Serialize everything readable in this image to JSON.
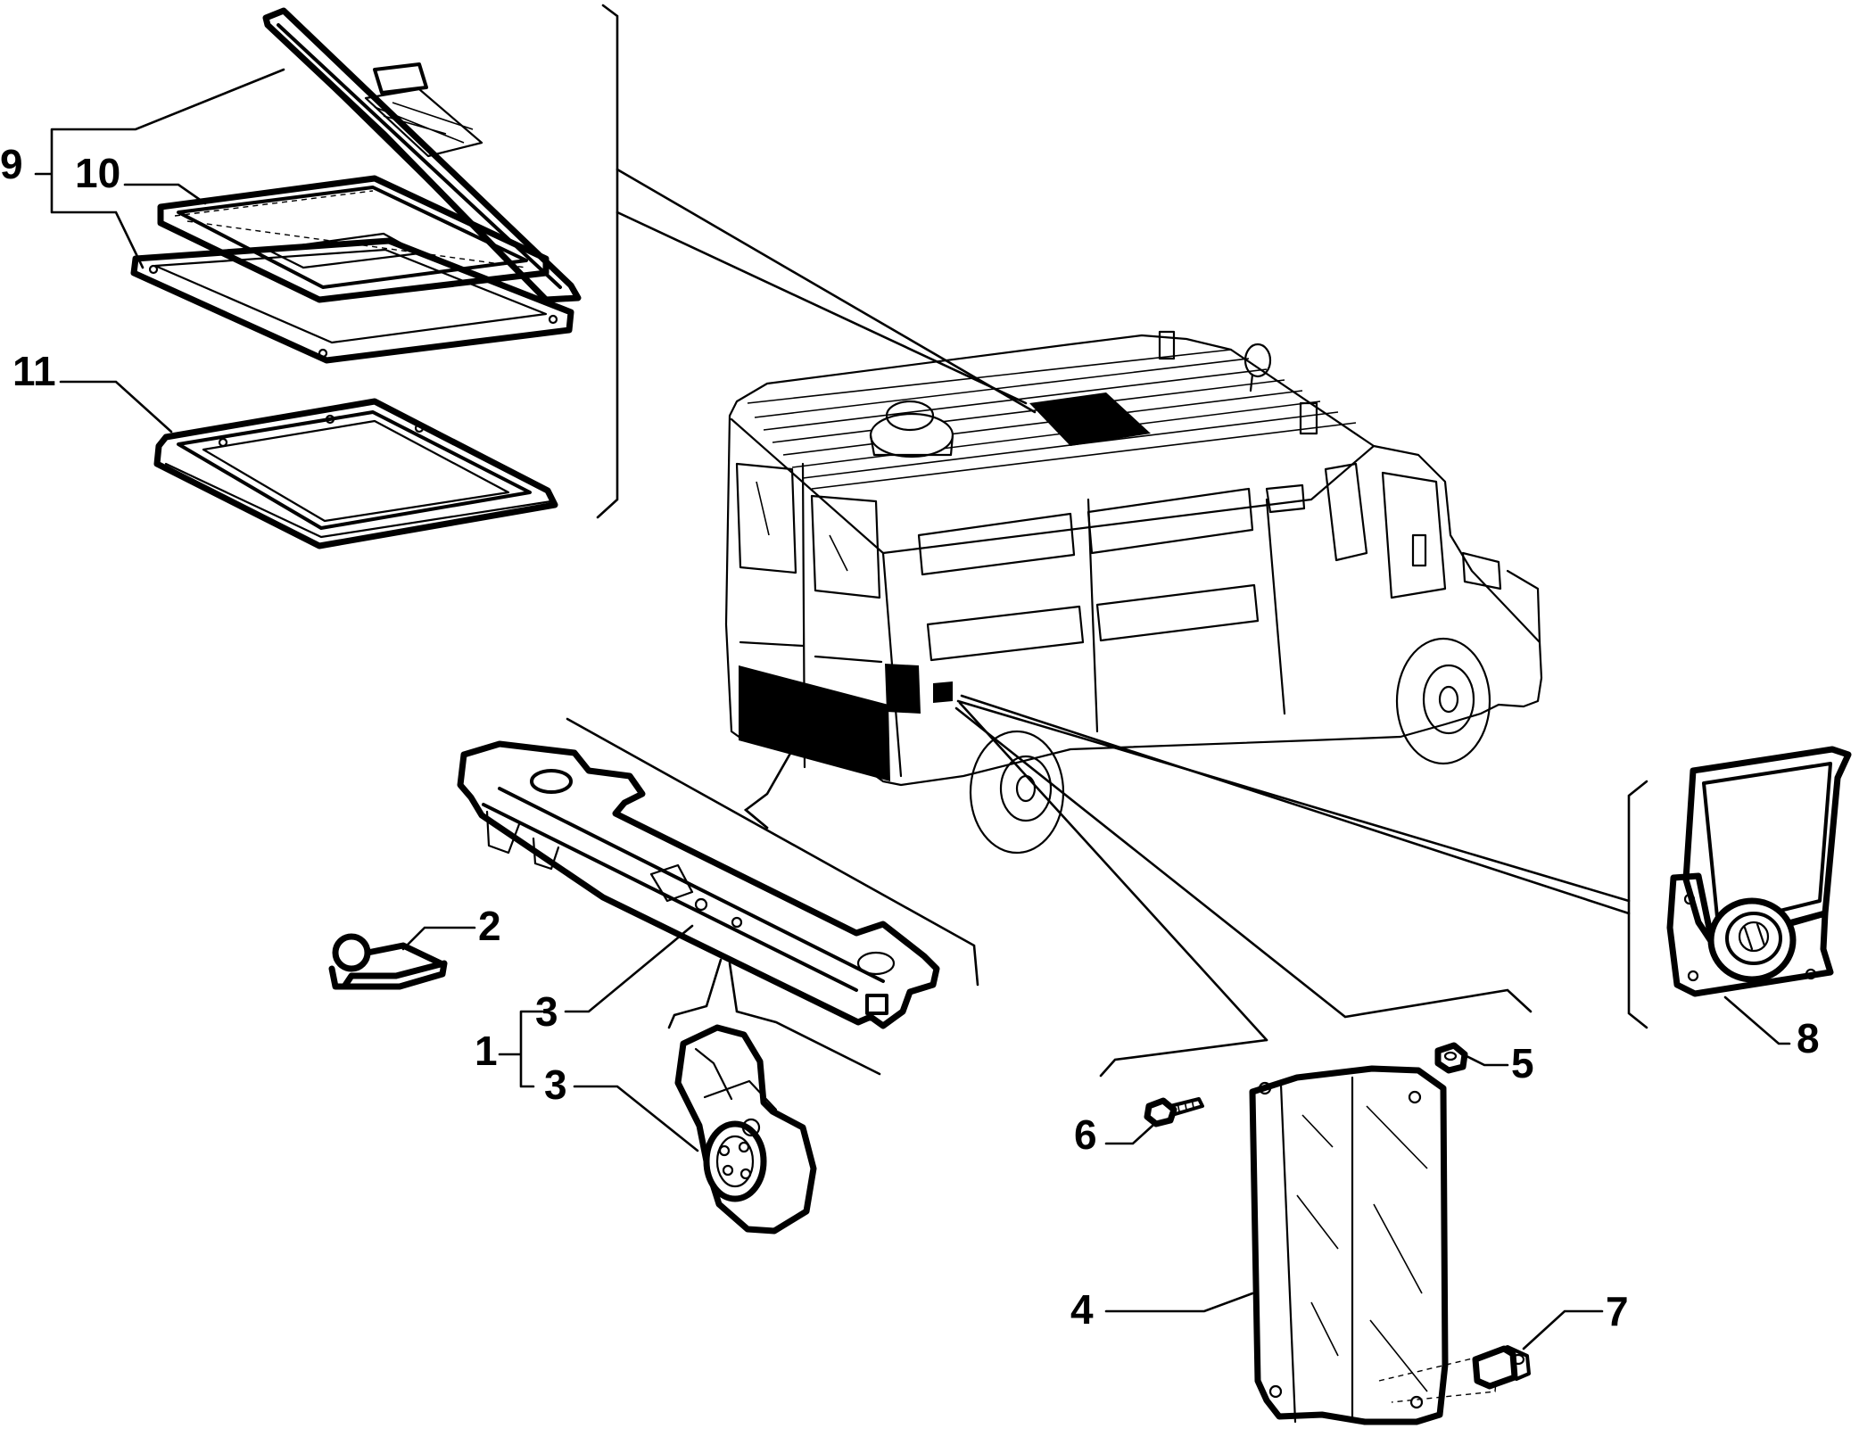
{
  "diagram": {
    "callouts": {
      "c1": "1",
      "c2": "2",
      "c3a": "3",
      "c3b": "3",
      "c4": "4",
      "c5": "5",
      "c6": "6",
      "c7": "7",
      "c8": "8",
      "c9": "9",
      "c10": "10",
      "c11": "11"
    }
  }
}
